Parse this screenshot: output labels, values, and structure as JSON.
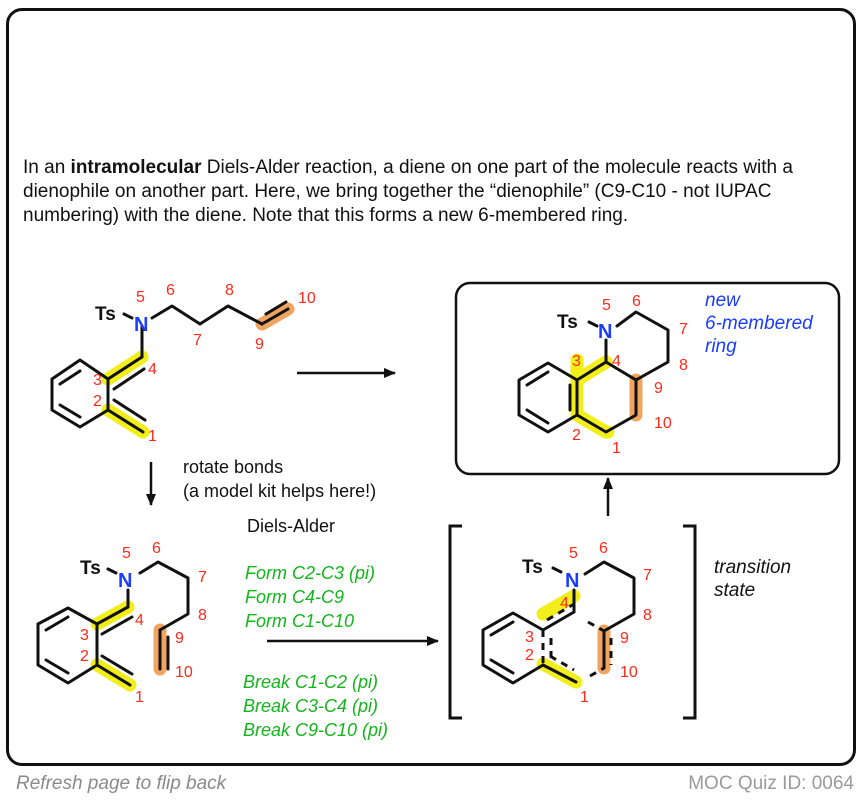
{
  "intro": {
    "before_bold": "In an ",
    "bold": "intramolecular",
    "after_bold": " Diels-Alder reaction, a diene on one part of the molecule reacts with a dienophile on another part. Here, we bring together the “dienophile” (C9-C10 - not IUPAC numbering) with the diene. Note that this forms a new 6-membered ring."
  },
  "atoms": {
    "tosyl": "Ts",
    "nitrogen": "N"
  },
  "numbers": {
    "n1": "1",
    "n2": "2",
    "n3": "3",
    "n4": "4",
    "n5": "5",
    "n6": "6",
    "n7": "7",
    "n8": "8",
    "n9": "9",
    "n10": "10"
  },
  "captions": {
    "rotate_line1": "rotate bonds",
    "rotate_line2": "(a model kit helps here!)",
    "reaction_name": "Diels-Alder",
    "forms": [
      "Form C2-C3 (pi)",
      "Form C4-C9",
      "Form C1-C10"
    ],
    "breaks": [
      "Break C1-C2 (pi)",
      "Break C3-C4 (pi)",
      "Break C9-C10 (pi)"
    ],
    "product_note": [
      "new",
      "6-membered",
      "ring"
    ],
    "ts_note": [
      "transition",
      "state"
    ]
  },
  "colors": {
    "highlight_diene": "#f1ee1a",
    "highlight_dienophile": "#f0a45f",
    "numbering": "#ff2a1a",
    "nitrogen": "#1a3cff",
    "bond_changes": "#13b51b"
  },
  "footer": {
    "left": "Refresh page to flip back",
    "right": "MOC Quiz ID: 0064"
  }
}
